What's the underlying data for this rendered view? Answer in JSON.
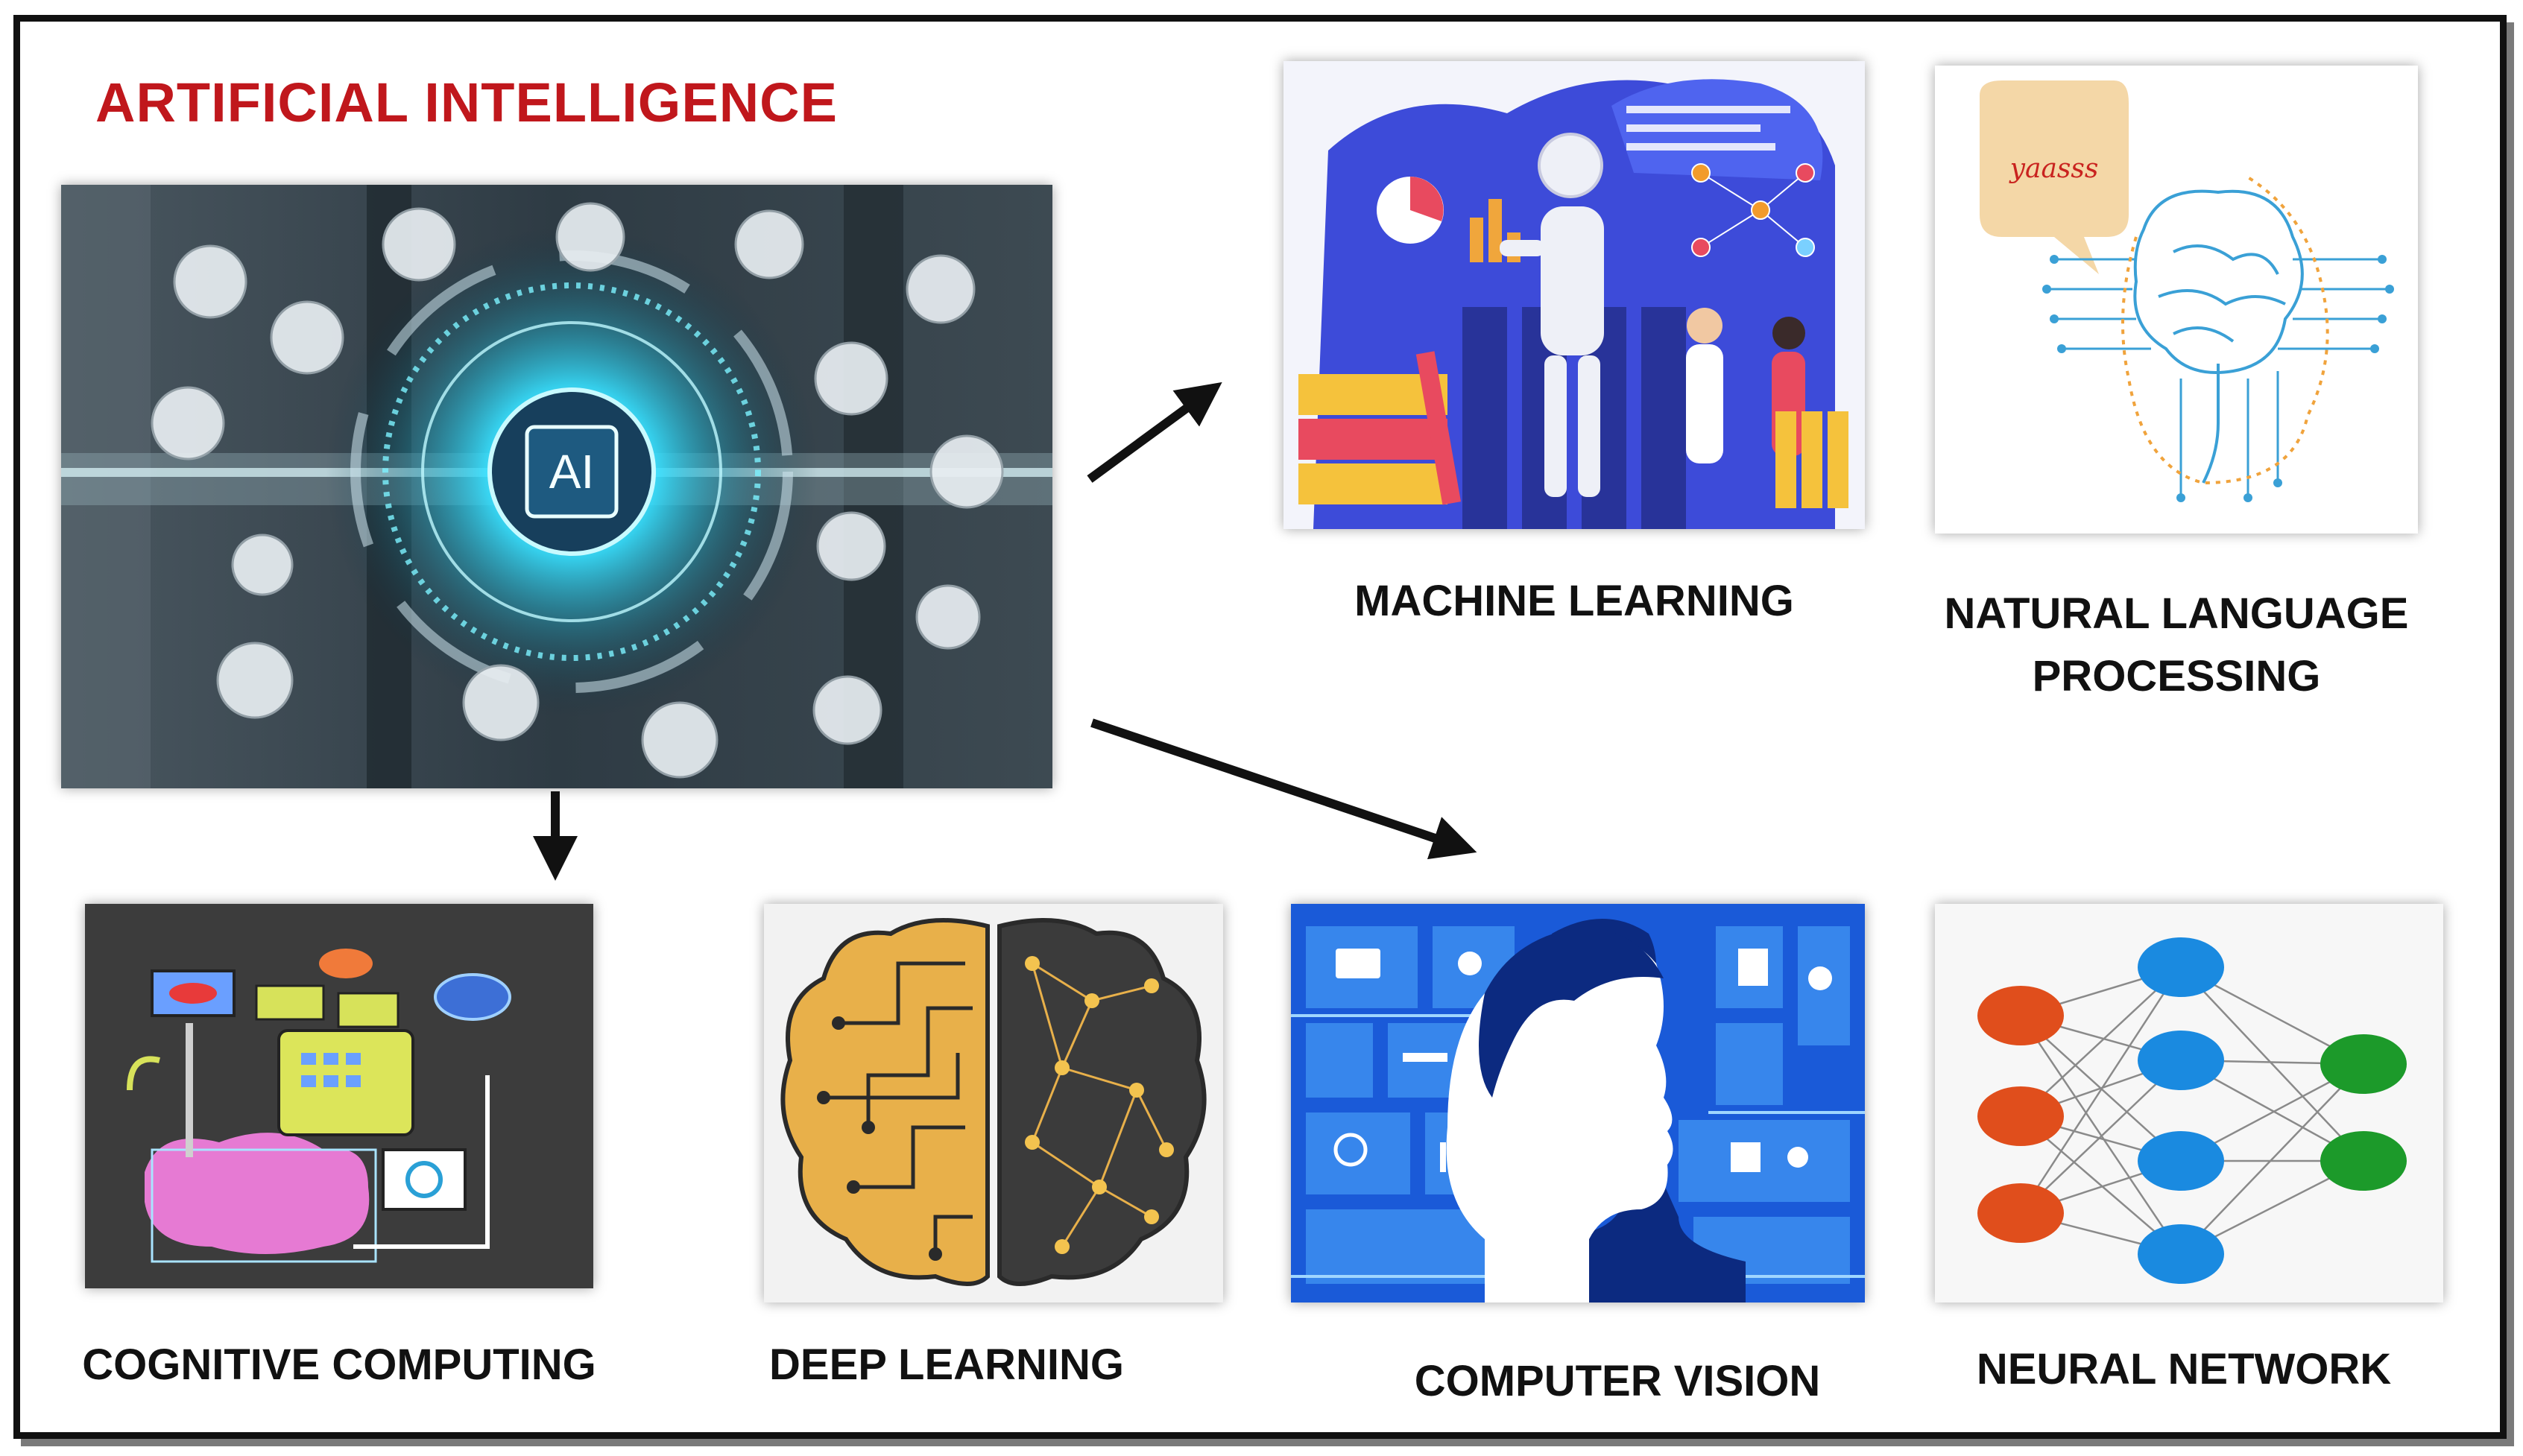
{
  "title": "ARTIFICIAL INTELLIGENCE",
  "hub": {
    "chip_label": "AI"
  },
  "nodes": {
    "machine_learning": "MACHINE LEARNING",
    "nlp_line1": "NATURAL LANGUAGE",
    "nlp_line2": "PROCESSING",
    "cognitive_computing": "COGNITIVE COMPUTING",
    "deep_learning": "DEEP LEARNING",
    "computer_vision": "COMPUTER VISION",
    "neural_network": "NEURAL NETWORK"
  },
  "nlp_bubble_text": "yaasss",
  "edges": [
    {
      "from": "artificial-intelligence",
      "to": "machine-learning"
    },
    {
      "from": "artificial-intelligence",
      "to": "computer-vision"
    },
    {
      "from": "artificial-intelligence",
      "to": "cognitive-computing"
    }
  ],
  "colors": {
    "title": "#c0171c",
    "hub_glow": "#36e0ff",
    "ml_blue": "#3d4bd9",
    "cv_blue": "#1a5ad8",
    "deep_gold": "#e8b04a",
    "nn_input": "#e04e1c",
    "nn_hidden": "#1a8ae0",
    "nn_output": "#1c9a2a"
  },
  "icons": [
    "robot-icon",
    "brain-icon",
    "chip-icon",
    "gear-icon",
    "speech-bubble-icon",
    "person-head-icon"
  ]
}
